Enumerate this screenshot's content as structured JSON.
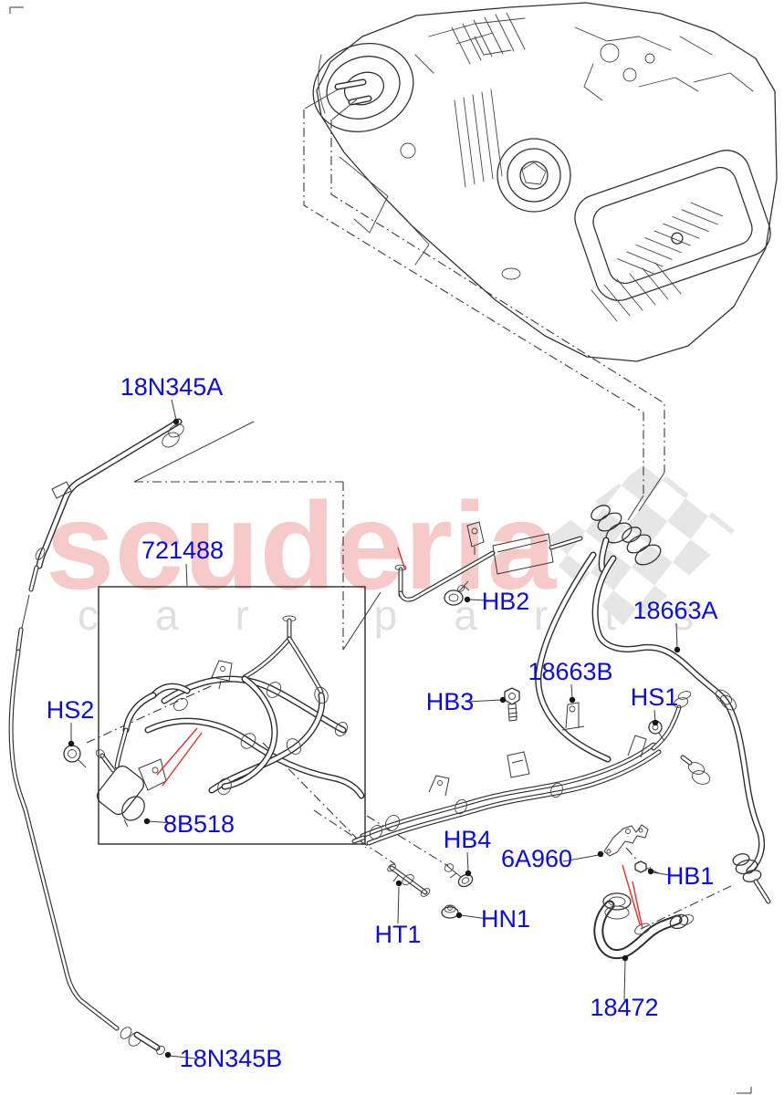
{
  "diagram": {
    "watermark": {
      "brand": "scuderia",
      "subtext": "car parts"
    },
    "part_labels": [
      {
        "code": "18N345A"
      },
      {
        "code": "721488"
      },
      {
        "code": "HS2"
      },
      {
        "code": "8B518"
      },
      {
        "code": "18N345B"
      },
      {
        "code": "HB2"
      },
      {
        "code": "18663A"
      },
      {
        "code": "18663B"
      },
      {
        "code": "HB3"
      },
      {
        "code": "HS1"
      },
      {
        "code": "HB4"
      },
      {
        "code": "6A960"
      },
      {
        "code": "HB1"
      },
      {
        "code": "HN1"
      },
      {
        "code": "HT1"
      },
      {
        "code": "18472"
      }
    ],
    "colors": {
      "label_blue": "#0a0ae6",
      "callout_red": "#e03228",
      "line_art": "#333333",
      "watermark_brand": "#f7caca",
      "watermark_sub": "#e0e0e0",
      "flag_gray": "#e6e6e6"
    }
  }
}
